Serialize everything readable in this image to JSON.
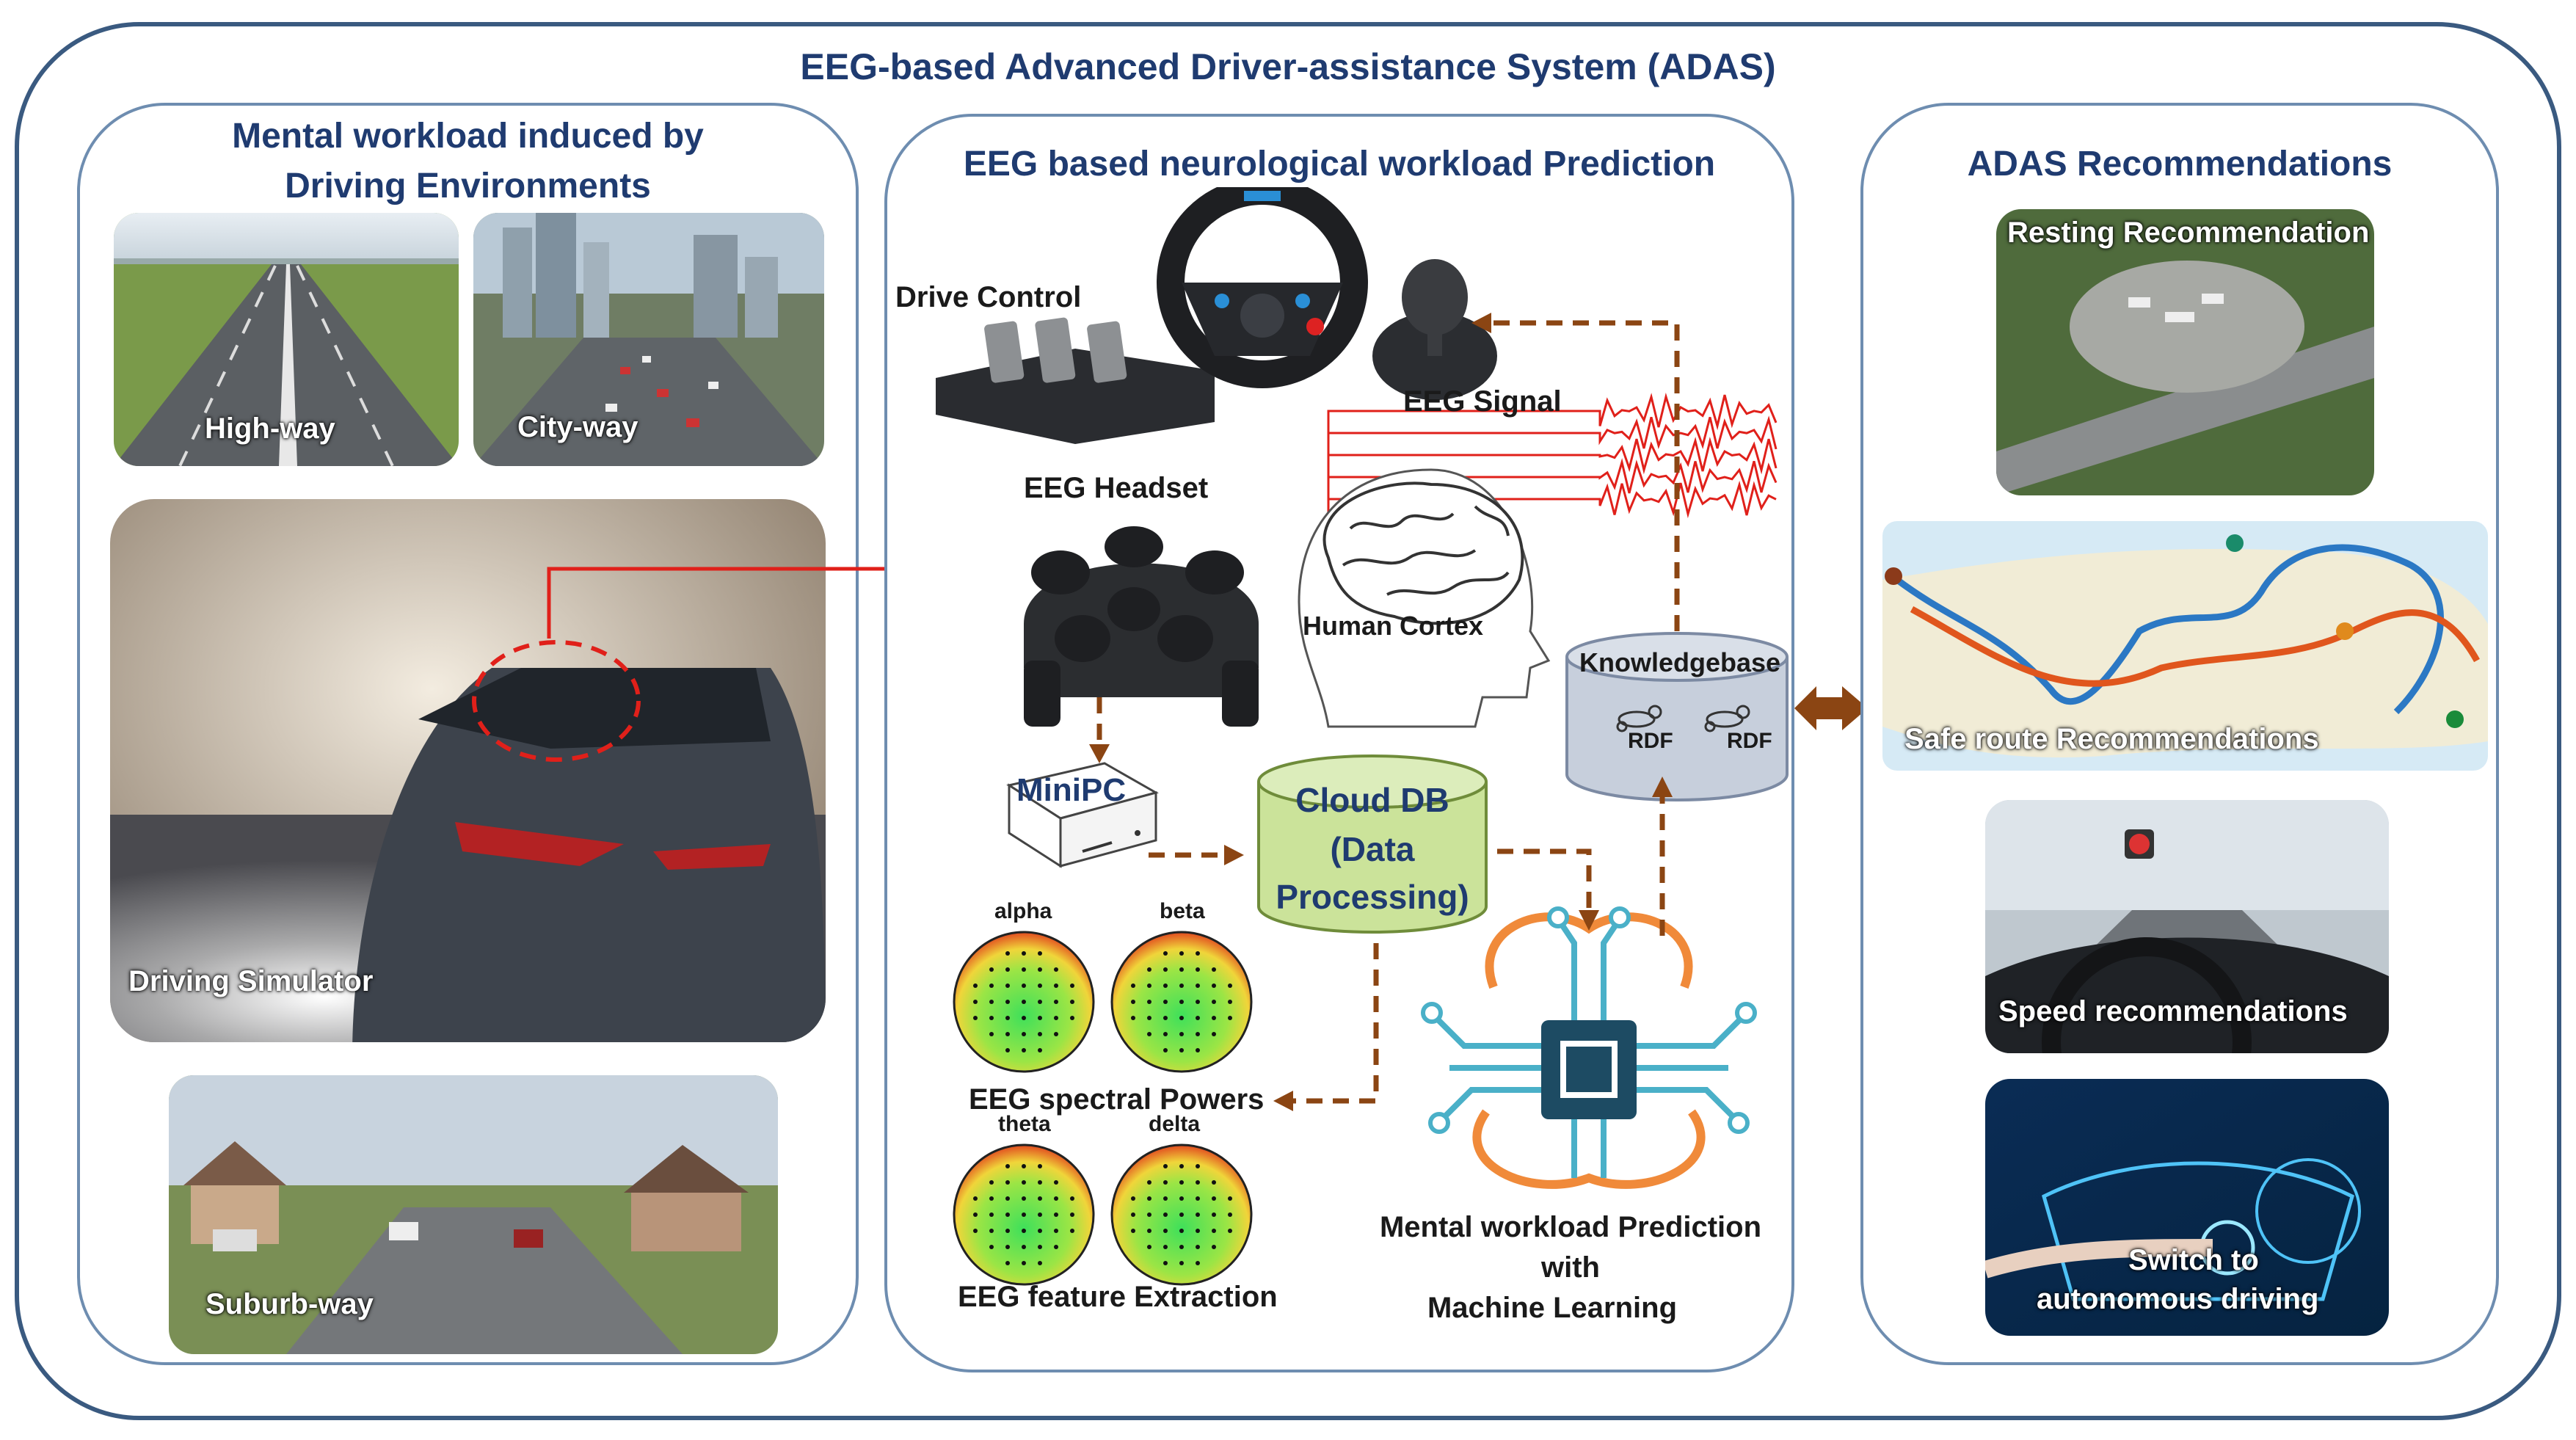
{
  "main_title": "EEG-based Advanced Driver-assistance System (ADAS)",
  "left_panel": {
    "title_line1": "Mental workload induced by",
    "title_line2": "Driving Environments",
    "photos": {
      "highway": "High-way",
      "cityway": "City-way",
      "simulator": "Driving Simulator",
      "suburb": "Suburb-way"
    }
  },
  "center_panel": {
    "title": "EEG based neurological workload Prediction",
    "drive_control": "Drive Control",
    "eeg_signal": "EEG Signal",
    "eeg_headset": "EEG Headset",
    "human_cortex": "Human Cortex",
    "knowledgebase": "Knowledgebase",
    "rdf_1": "RDF",
    "rdf_2": "RDF",
    "minipc": "MiniPC",
    "cloud_db_line1": "Cloud DB",
    "cloud_db_line2": "(Data",
    "cloud_db_line3": "Processing)",
    "topo_alpha": "alpha",
    "topo_beta": "beta",
    "topo_theta": "theta",
    "topo_delta": "delta",
    "spectral_powers": "EEG spectral Powers",
    "feature_extraction": "EEG feature Extraction",
    "ml_line1": "Mental workload Prediction",
    "ml_line2": "with",
    "ml_line3": "Machine Learning"
  },
  "right_panel": {
    "title": "ADAS Recommendations",
    "resting": "Resting Recommendation",
    "safe_route": "Safe route Recommendations",
    "speed": "Speed recommendations",
    "switch_line1": "Switch to",
    "switch_line2": "autonomous driving"
  },
  "colors": {
    "frame": "#3a5a80",
    "title": "#1f3b70",
    "dashed_arrow": "#8b4513",
    "signal": "#e0201a"
  }
}
